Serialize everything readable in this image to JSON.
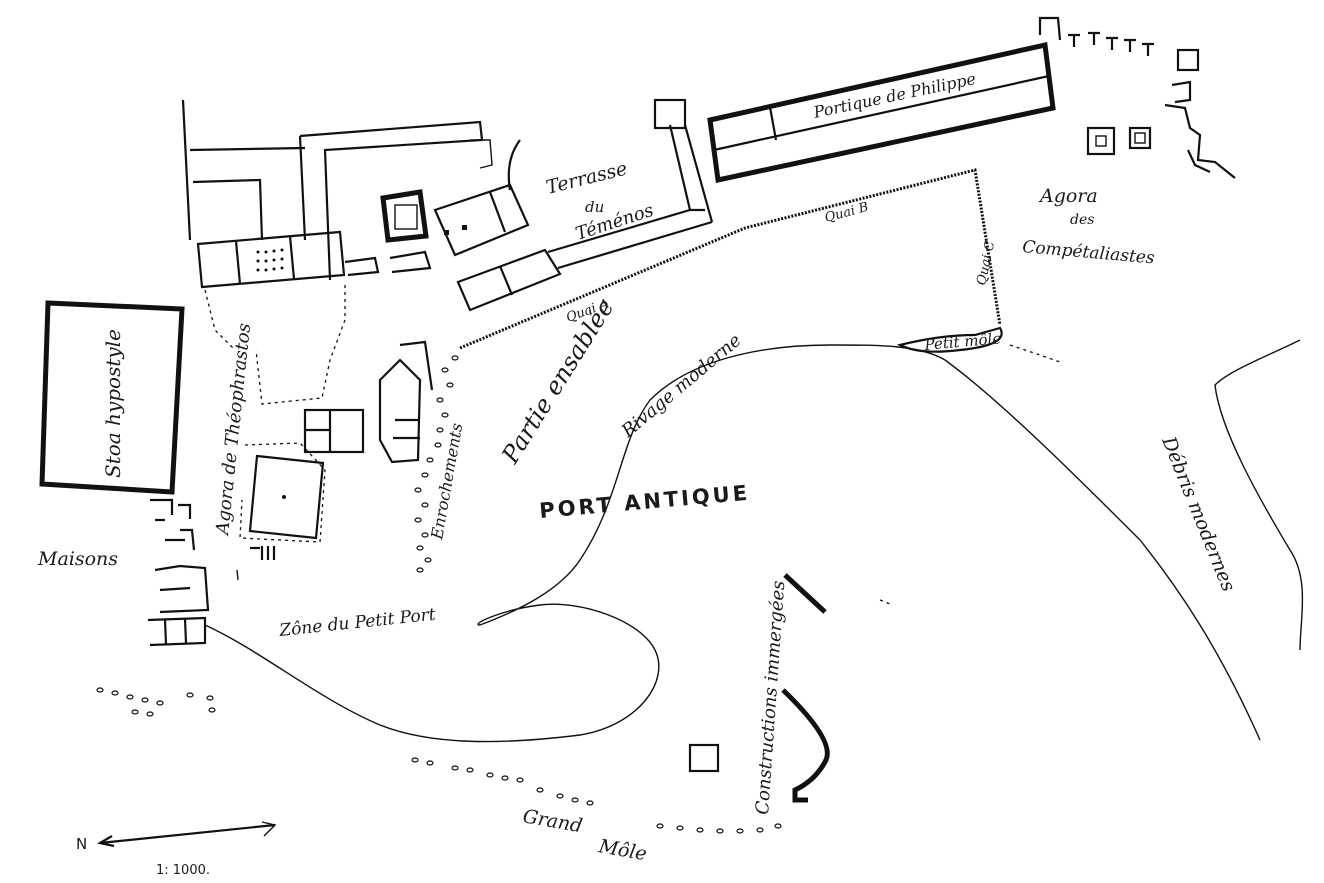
{
  "labels": {
    "portique": "Portique de Philippe",
    "terrasse": "Terrasse",
    "du": "du",
    "temenos": "Téménos",
    "quai_a": "Quai A",
    "quai_b": "Quai B",
    "quai_c": "Quai C",
    "agora_comp_1": "Agora",
    "agora_comp_2": "des",
    "agora_comp_3": "Compétaliastes",
    "petit_mole": "Petit môle",
    "stoa": "Stoa hypostyle",
    "agora_theo": "Agora de Théophrastos",
    "partie_ensablee": "Partie ensablée",
    "rivage_moderne": "Rivage moderne",
    "enrochements": "Enrochements",
    "port_antique": "PORT ANTIQUE",
    "maisons": "Maisons",
    "zone_petit_port": "Zône du Petit Port",
    "constructions": "Constructions immergées",
    "debris": "Débris modernes",
    "grand": "Grand",
    "mole": "Môle",
    "north": "N",
    "scale": "1: 1000."
  }
}
